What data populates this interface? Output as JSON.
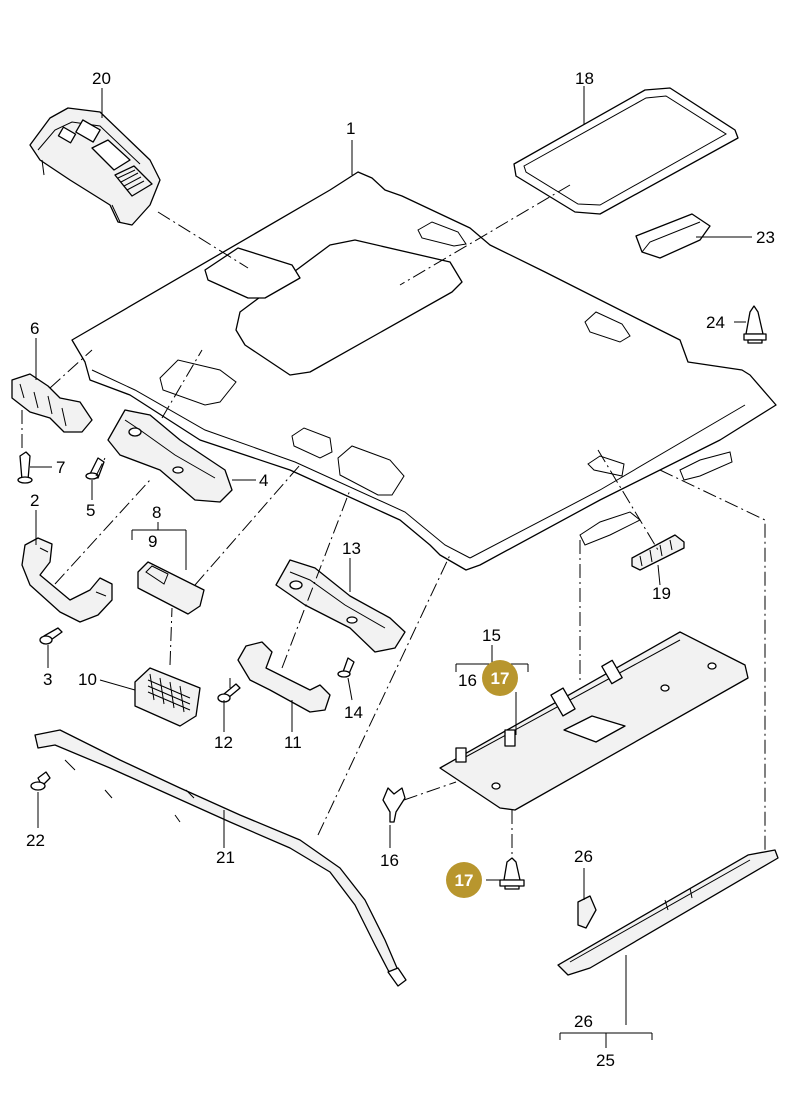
{
  "diagram": {
    "callouts": {
      "c1": "1",
      "c2": "2",
      "c3": "3",
      "c4": "4",
      "c5": "5",
      "c6": "6",
      "c7": "7",
      "c8": "8",
      "c9": "9",
      "c10": "10",
      "c11": "11",
      "c12": "12",
      "c13": "13",
      "c14": "14",
      "c15": "15",
      "c16a": "16",
      "c16b": "16",
      "c18": "18",
      "c19": "19",
      "c20": "20",
      "c21": "21",
      "c22": "22",
      "c23": "23",
      "c24": "24",
      "c25": "25",
      "c26a": "26",
      "c26b": "26"
    },
    "highlight": {
      "label_a": "17",
      "label_b": "17",
      "color": "#b8962e"
    }
  }
}
